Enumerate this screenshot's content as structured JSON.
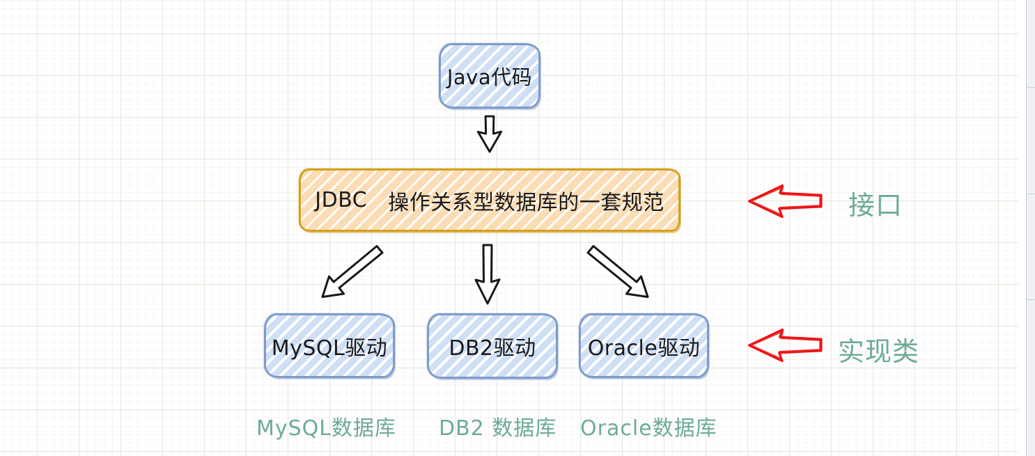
{
  "canvas": {
    "nodes": {
      "java_code": {
        "label": "Java代码"
      },
      "jdbc": {
        "name": "JDBC",
        "description": "操作关系型数据库的一套规范"
      },
      "mysql_driver": {
        "label": "MySQL驱动"
      },
      "db2_driver": {
        "label": "DB2驱动"
      },
      "oracle_driver": {
        "label": "Oracle驱动"
      }
    },
    "annotations": {
      "interface": "接口",
      "implementation": "实现类"
    },
    "database_labels": {
      "mysql": "MySQL数据库",
      "db2": "DB2 数据库",
      "oracle": "Oracle数据库"
    },
    "icons": {
      "down_arrow": "hollow-black-arrow-down",
      "down_left_arrow": "hollow-black-arrow-down-left",
      "down_right_arrow": "hollow-black-arrow-down-right",
      "left_arrow_red": "hollow-red-arrow-left"
    },
    "colors": {
      "blue_border": "#7f9cc9",
      "blue_stripe": "#cfdff5",
      "orange_border": "#d2a11f",
      "orange_stripe": "#fbdcb4",
      "arrow_red": "#ec1414",
      "teal_text": "#6cab99",
      "ink": "#1a1a1a",
      "grid_major": "#dde9db",
      "grid_minor": "#f8f3f3",
      "side_panel": "#eff1f4"
    }
  }
}
